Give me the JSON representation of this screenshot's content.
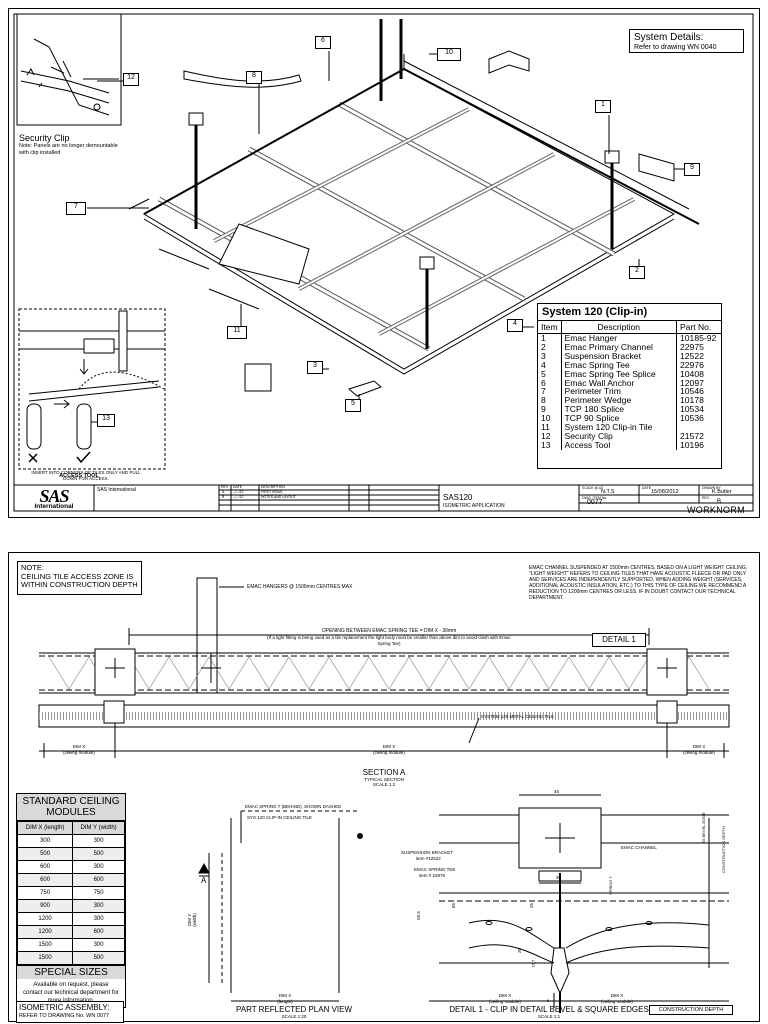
{
  "sheet1": {
    "system_details": {
      "title": "System Details:",
      "ref": "Refer to drawing WN 0040"
    },
    "callouts": [
      "1",
      "2",
      "3",
      "4",
      "5",
      "6",
      "7",
      "8",
      "9",
      "10",
      "11",
      "12",
      "13"
    ],
    "security_clip": {
      "title": "Security Clip",
      "note": "Note: Panels are no longer demountable with clip installed"
    },
    "access_tool": {
      "title": "ACCESS TOOL",
      "note": "INSERT INTO CORNERS OF TILES ONLY AND PULL DOWN FOR ACCESS."
    },
    "parts_table": {
      "title": "System 120    (Clip-in)",
      "headers": [
        "Item",
        "Description",
        "Part No."
      ],
      "rows": [
        [
          "1",
          "Emac Hanger",
          "10185-92"
        ],
        [
          "2",
          "Emac Primary Channel",
          "22975"
        ],
        [
          "3",
          "Suspension Bracket",
          "12522"
        ],
        [
          "4",
          "Emac Spring Tee",
          "22976"
        ],
        [
          "5",
          "Emac Spring Tee Splice",
          "10408"
        ],
        [
          "6",
          "Emac Wall Anchor",
          "12097"
        ],
        [
          "7",
          "Perimeter Trim",
          "10546"
        ],
        [
          "8",
          "Perimeter Wedge",
          "10178"
        ],
        [
          "9",
          "TCP 180 Splice",
          "10534"
        ],
        [
          "10",
          "TCP 90 Splice",
          "10536"
        ],
        [
          "11",
          "System 120 Clip-in Tile",
          ""
        ],
        [
          "12",
          "Security Clip",
          "21572"
        ],
        [
          "13",
          "Access Tool",
          "10196"
        ]
      ]
    },
    "title_block": {
      "company": "SAS International",
      "logo_text": "SAS",
      "logo_sub": "International",
      "drawing_title": "SAS120",
      "drawing_sub": "ISOMETRIC APPLICATION",
      "scale_label": "SCALE @ A3",
      "scale": "N.T.S",
      "date_label": "DATE",
      "date": "15/08/2012",
      "drawn_label": "DRAWN BY",
      "drawn": "K Butler",
      "dwg_label": "DWG. ITEM No.",
      "dwg": "0077",
      "rev_label": "REV.",
      "rev": "B",
      "brand": "WORKNORM",
      "rev_headers": [
        "REV",
        "DATE",
        "DESCRIPTION"
      ],
      "rev_rows": [
        [
          "A",
          "--/--/12",
          "FIRST ISSUE"
        ],
        [
          "B",
          "--/--/12",
          "NOTES AND LAYOUT"
        ]
      ]
    }
  },
  "sheet2": {
    "note": {
      "title": "NOTE:",
      "text": "CEILING TILE ACCESS ZONE IS WITHIN CONSTRUCTION DEPTH"
    },
    "hangers_label": "EMAC HANGERS @ 1500mm CENTRES MAX",
    "channel_note": "EMAC CHANNEL SUSPENDED AT 1500mm CENTRES, BASED ON A LIGHT WEIGHT CEILING, \"LIGHT WEIGHT\" REFERS TO CEILING TILES THAT HAVE ACOUSTIC FLEECE OR PAD ONLY AND SERVICES ARE INDEPENDENTLY SUPPORTED. WHEN ADDING WEIGHT (SERVICES, ADDITIONAL ACOUSTIC INSULATION, ETC.) TO THIS TYPE OF CEILING WE RECOMMEND A REDUCTION TO 1200mm CENTRES OR LESS. IF IN DOUBT CONTACT OUR TECHNICAL DEPARTMENT.",
    "opening_label": "OPENING BETWEEN EMAC SPRING TEE = DIM X - 30mm",
    "opening_note": "(If a light fitting is being used as a tile replacement the light body must be smaller than above dim to avoid clash with Emac Spring Tee)",
    "detail1": "DETAIL 1",
    "dim_x": "DIM X",
    "ceiling_module": "(ceiling module)",
    "tile_label": "SYSTEM 120 METAL CEILING TILE",
    "section_title": "SECTION A",
    "section_sub": "TYPICAL SECTION",
    "section_scale": "SCALE 1:2",
    "modules": {
      "title": "STANDARD CEILING MODULES",
      "headers": [
        "DIM X (length)",
        "DIM Y (width)"
      ],
      "rows": [
        [
          "300",
          "300"
        ],
        [
          "500",
          "500"
        ],
        [
          "600",
          "300"
        ],
        [
          "600",
          "600"
        ],
        [
          "750",
          "750"
        ],
        [
          "900",
          "300"
        ],
        [
          "1200",
          "300"
        ],
        [
          "1200",
          "600"
        ],
        [
          "1500",
          "300"
        ],
        [
          "1500",
          "500"
        ]
      ],
      "special": "SPECIAL SIZES",
      "special_note": "Available on request, please contact our technical department for more information."
    },
    "iso_ref": {
      "title": "ISOMETRIC ASSEMBLY:",
      "text": "REFER TO DRAWING No. WN 0077"
    },
    "plan": {
      "spring_label": "EMAC SPRING T (BEHIND), SHOWN DASHED",
      "tile_label": "SYS 120 CLIP-IN CEILING TILE",
      "section_marker": "A",
      "dim_y": "DIM Y",
      "width": "(width)",
      "dim_x": "DIM X",
      "length": "(length)",
      "title": "PART REFLECTED PLAN VIEW",
      "scale": "SCALE 1:20"
    },
    "detail": {
      "dim_45": "45",
      "dim_30": "30",
      "emac_channel": "EMAC CHANNEL",
      "bracket": "SUSPENSION BRACKET",
      "bracket_item": "item #12522",
      "spring_tee": "EMAC SPRING TEE",
      "spring_item": "item # 22976",
      "spring_t": "SPRING T",
      "bevel_edge": "55 BEVEL EDGE",
      "construction_depth": "CONSTRUCTION DEPTH",
      "dim_65": "65",
      "dim_55": "55.5",
      "dim_20": "20",
      "dim_25": "25",
      "dim_167": "16.7",
      "dim_5": "5",
      "title": "DETAIL 1 - CLIP IN DETAIL BEVEL & SQUARE EDGES",
      "scale": "SCALE 1:1"
    }
  }
}
